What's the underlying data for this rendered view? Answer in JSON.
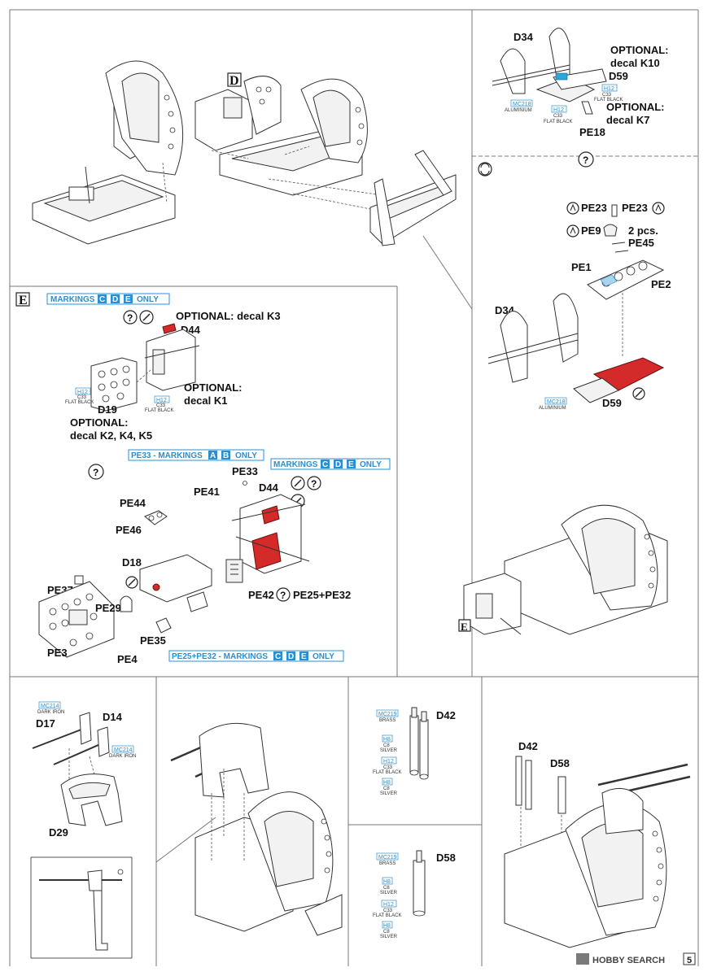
{
  "page": {
    "number": "5",
    "watermark": "HOBBY SEARCH"
  },
  "colors": {
    "accent": "#2a8fd0",
    "red_part": "#d42a2a"
  },
  "step_d": {
    "letter": "D",
    "detail_top": {
      "part_d34": "D34",
      "optional_k10": "OPTIONAL:",
      "decal_k10": "decal K10",
      "part_d59": "D59",
      "optional_k7": "OPTIONAL:",
      "decal_k7": "decal K7",
      "part_pe18": "PE18",
      "paint_mc218": "MC218",
      "paint_aluminium": "ALUMINIUM",
      "paint_h12": "H12",
      "paint_c33": "C33",
      "paint_flat_black": "FLAT BLACK"
    },
    "detail_bottom": {
      "pe23_left": "PE23",
      "pe23_right": "PE23",
      "pe9": "PE9",
      "pcs": "2 pcs.",
      "pe45": "PE45",
      "pe1": "PE1",
      "pe2": "PE2",
      "d34": "D34",
      "d59": "D59",
      "paint_mc218": "MC218",
      "paint_aluminium": "ALUMINIUM"
    }
  },
  "step_e": {
    "letter": "E",
    "markings_top": {
      "prefix": "MARKINGS",
      "letters": [
        "C",
        "D",
        "E"
      ],
      "suffix": "ONLY"
    },
    "optional_k3": "OPTIONAL: decal K3",
    "d44_top": "D44",
    "optional_k1": "OPTIONAL:",
    "decal_k1": "decal K1",
    "d19": "D19",
    "optional_k2": "OPTIONAL:",
    "decal_k2": "decal K2, K4, K5",
    "paint_h12": "H12",
    "paint_c33": "C33",
    "paint_flat_black": "FLAT BLACK",
    "pe33_markings": {
      "prefix": "PE33 - MARKINGS",
      "letters": [
        "A",
        "B"
      ],
      "suffix": "ONLY"
    },
    "markings_mid": {
      "prefix": "MARKINGS",
      "letters": [
        "C",
        "D",
        "E"
      ],
      "suffix": "ONLY"
    },
    "pe33": "PE33",
    "pe41": "PE41",
    "d44_mid": "D44",
    "pe44": "PE44",
    "pe46": "PE46",
    "d18": "D18",
    "pe37": "PE37",
    "pe29": "PE29",
    "pe42": "PE42",
    "pe25_32": "PE25+PE32",
    "pe3": "PE3",
    "pe35": "PE35",
    "pe4": "PE4",
    "pe25_markings": {
      "prefix": "PE25+PE32 - MARKINGS",
      "letters": [
        "C",
        "D",
        "E"
      ],
      "suffix": "ONLY"
    }
  },
  "bottom": {
    "mc214_a": "MC214",
    "dark_iron_a": "DARK IRON",
    "d17": "D17",
    "d14": "D14",
    "mc214_b": "MC214",
    "dark_iron_b": "DARK IRON",
    "d29": "D29",
    "d42_label": "D42",
    "mc219_a": "MC219",
    "brass_a": "BRASS",
    "h8_a": "H8",
    "c8_a": "C8",
    "silver_a": "SILVER",
    "h12_a": "H12",
    "c33_a": "C33",
    "flat_black_a": "FLAT BLACK",
    "h8_b": "H8",
    "c8_b": "C8",
    "silver_b": "SILVER",
    "d58_label": "D58",
    "mc219_b": "MC219",
    "brass_b": "BRASS",
    "h8_c": "H8",
    "c8_c": "C8",
    "silver_c": "SILVER",
    "h12_b": "H12",
    "c33_b": "C33",
    "flat_black_b": "FLAT BLACK",
    "h8_d": "H8",
    "c8_d": "C8",
    "silver_d": "SILVER",
    "d42_final": "D42",
    "d58_final": "D58"
  }
}
